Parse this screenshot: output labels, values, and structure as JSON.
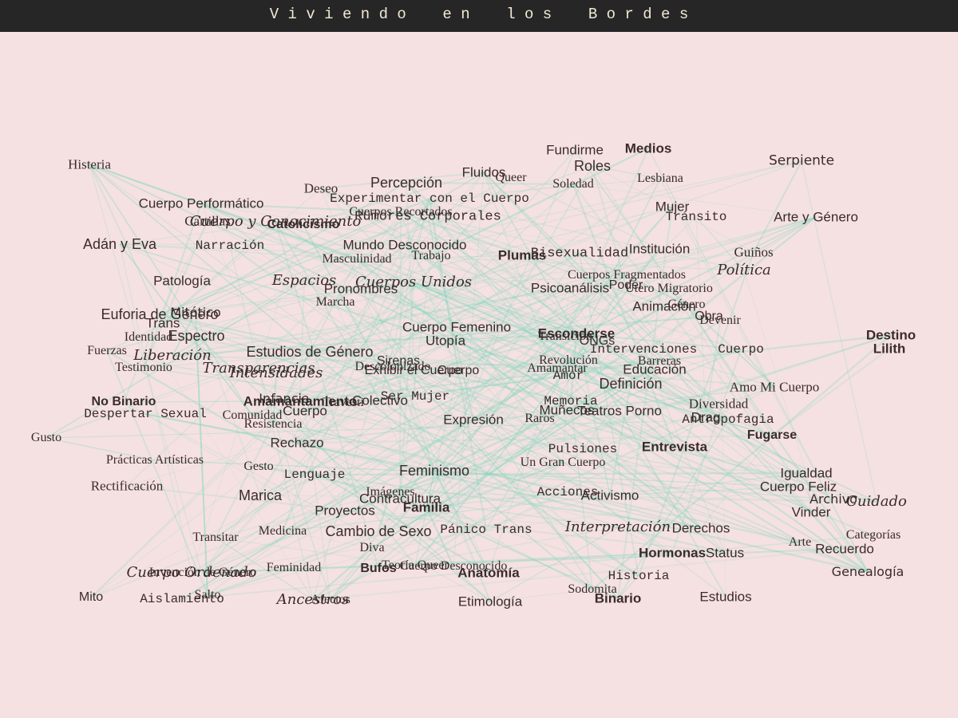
{
  "header": {
    "title": "V i v i e n d o    e n    l o s    B o r d e s"
  },
  "colors": {
    "background": "#f5e1e1",
    "bar": "#262626",
    "title": "#f2e8d6",
    "text": "#3b2b2b",
    "edge": "#7fd6bd"
  },
  "terms": [
    "Histeria",
    "Cuerpo Performático",
    "Deseo",
    "Percepción",
    "Fluidos",
    "Queer",
    "Fundirme",
    "Medios",
    "Roles",
    "Lesbiana",
    "Serpiente",
    "Soledad",
    "Experimentar con el Cuerpo",
    "Mujer",
    "Tránsito",
    "Arte y Género",
    "Cartillas",
    "Cuerpo y Conocimiento",
    "Catolicismo",
    "Cuerpos Recortados",
    "Rumores Corporales",
    "Adán y Eva",
    "Narración",
    "Mundo Desconocido",
    "Masculinidad",
    "Trabajo",
    "Plumas",
    "Bisexualidad",
    "Institución",
    "Guiños",
    "Política",
    "Patología",
    "Espacios",
    "Cuerpos Unidos",
    "Pronombres",
    "Cuerpos Fragmentados",
    "Psicoanálisis",
    "Poder",
    "Útero Migratorio",
    "Animación",
    "Género",
    "Obra",
    "Devenir",
    "Euforia de Género",
    "Mitótico",
    "Trans",
    "Marcha",
    "Identidad",
    "Espectro",
    "Cuerpo Femenino",
    "Esconderse",
    "Transición",
    "ONGs",
    "Destino",
    "Lilith",
    "Fuerzas",
    "Liberación",
    "Utopía",
    "Estudios de Género",
    "Intervenciones",
    "Cuerpo",
    "Testimonio",
    "Sirenas",
    "Revolución",
    "Barreras",
    "Transparencias",
    "Intensidades",
    "Descolonizado",
    "Exhibir el Cuerpo",
    "Cuerpo",
    "Amamantar",
    "Educación",
    "Amor",
    "Definición",
    "Amo Mi Cuerpo",
    "No Binario",
    "Amamantamiento",
    "Travesti",
    "Infancia",
    "Ser Mujer",
    "Colectivo",
    "Memoria",
    "Diversidad",
    "Despertar Sexual",
    "Comunidad",
    "Cuerpo",
    "Expresión",
    "Muñecos",
    "Teatros Porno",
    "Raros",
    "Drag",
    "Antropofagia",
    "Fugarse",
    "Resistencia",
    "Gusto",
    "Rechazo",
    "Pulsiones",
    "Entrevista",
    "Un Gran Cuerpo",
    "Prácticas Artísticas",
    "Gesto",
    "Lenguaje",
    "Feminismo",
    "Igualdad",
    "Rectificación",
    "Cuerpo Feliz",
    "Marica",
    "Imágenes",
    "Contracultura",
    "Acciones",
    "Activismo",
    "Archivo",
    "Cuidado",
    "Proyectos",
    "Familia",
    "Vinder",
    "Transitar",
    "Medicina",
    "Cambio de Sexo",
    "Pánico Trans",
    "Interpretación",
    "Derechos",
    "Categorías",
    "Arte",
    "Recuerdo",
    "Diva",
    "Hormonas",
    "Status",
    "Cuerpo Ordenado",
    "Invención de Género",
    "Feminidad",
    "Bufos",
    "Teoría Queer",
    "Cuerpo Desconocido",
    "Anatomía",
    "Genealogía",
    "Historia",
    "Mito",
    "Salto",
    "Aislamiento",
    "Afectos",
    "Ancestros",
    "Sodomita",
    "Etimología",
    "Binario",
    "Estudios"
  ]
}
